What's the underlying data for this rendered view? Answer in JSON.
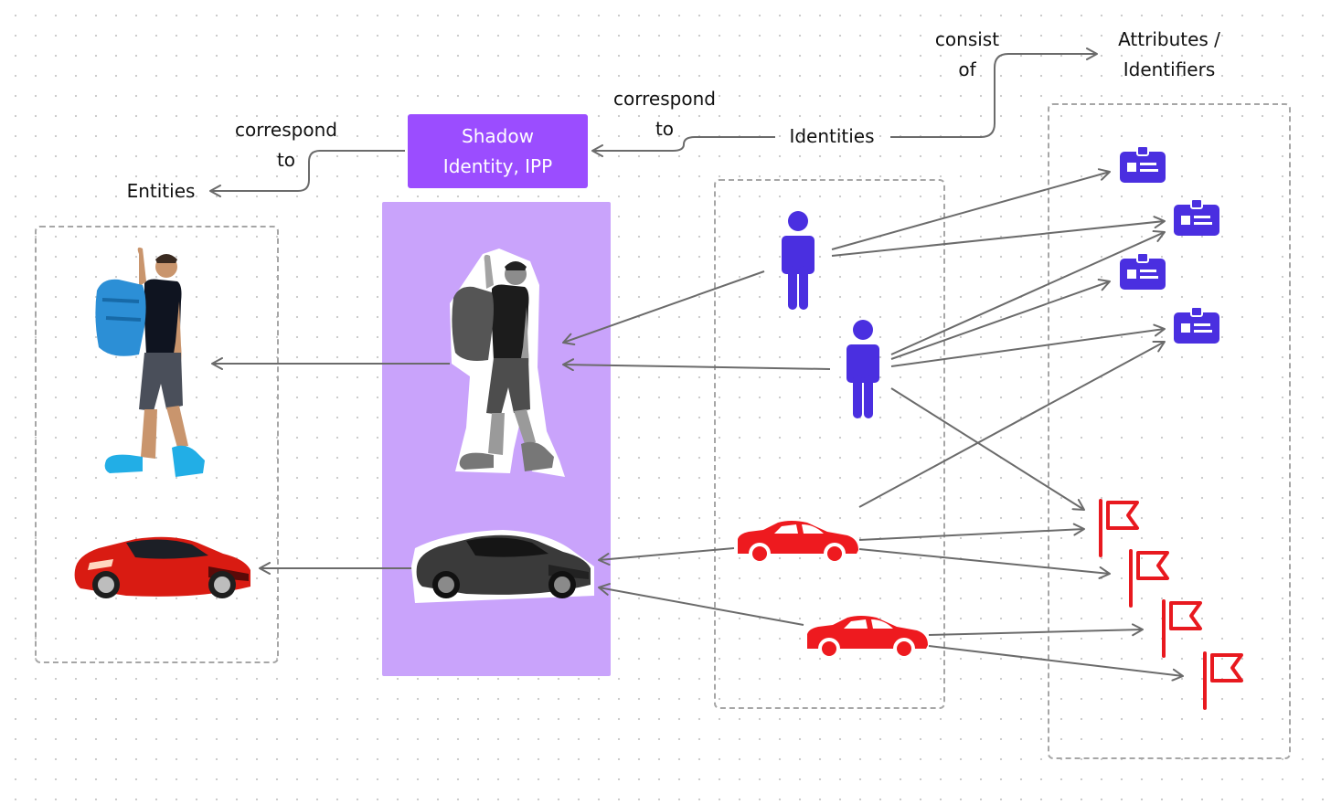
{
  "labels": {
    "correspond_to_left": [
      "correspond",
      "to"
    ],
    "entities": "Entities",
    "shadow_identity": [
      "Shadow",
      "Identity, IPP"
    ],
    "correspond_to_right": [
      "correspond",
      "to"
    ],
    "identities": "Identities",
    "consist_of": [
      "consist",
      "of"
    ],
    "attributes": [
      "Attributes /",
      "Identifiers"
    ]
  },
  "colors": {
    "accent_purple": "#9b4dff",
    "panel_purple": "#c9a3fb",
    "identity_blue": "#4a2fe0",
    "flag_red": "#e8191f",
    "car_red": "#ee1a1f",
    "arrow_gray": "#6b6b6b",
    "dashed_gray": "#a6a6a6"
  },
  "entities": [
    {
      "kind": "person",
      "icon": "person-photo"
    },
    {
      "kind": "car",
      "icon": "red-sports-car-photo"
    }
  ],
  "shadow_entities": [
    {
      "kind": "person",
      "icon": "grayscale-person-photo"
    },
    {
      "kind": "car",
      "icon": "grayscale-sports-car-photo"
    }
  ],
  "identities": [
    {
      "kind": "person",
      "icon": "person-icon"
    },
    {
      "kind": "person",
      "icon": "person-icon"
    },
    {
      "kind": "car",
      "icon": "car-icon"
    },
    {
      "kind": "car",
      "icon": "car-icon"
    }
  ],
  "attributes": [
    {
      "kind": "id-badge",
      "icon": "id-badge-icon"
    },
    {
      "kind": "id-badge",
      "icon": "id-badge-icon"
    },
    {
      "kind": "id-badge",
      "icon": "id-badge-icon"
    },
    {
      "kind": "id-badge",
      "icon": "id-badge-icon"
    },
    {
      "kind": "flag",
      "icon": "flag-icon"
    },
    {
      "kind": "flag",
      "icon": "flag-icon"
    },
    {
      "kind": "flag",
      "icon": "flag-icon"
    },
    {
      "kind": "flag",
      "icon": "flag-icon"
    }
  ]
}
